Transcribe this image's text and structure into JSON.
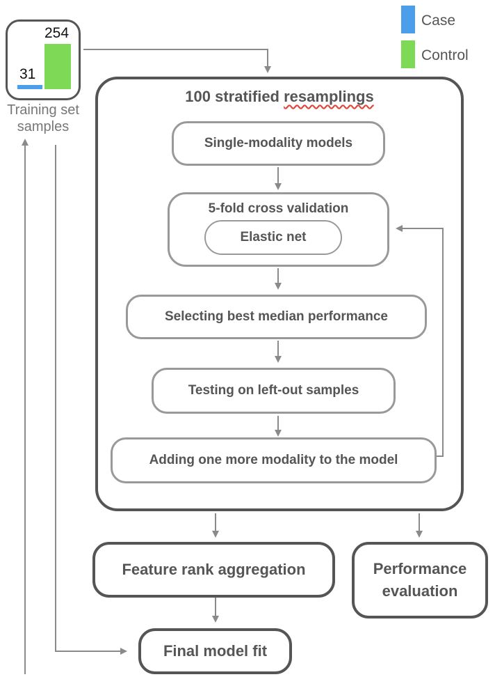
{
  "legend": {
    "items": [
      {
        "label": "Case",
        "color": "#4a9eea"
      },
      {
        "label": "Control",
        "color": "#7ed957"
      }
    ]
  },
  "training_set": {
    "case_count": "31",
    "control_count": "254",
    "label_line1": "Training set",
    "label_line2": "samples"
  },
  "resampling": {
    "title_prefix": "100 stratified ",
    "title_word": "resamplings"
  },
  "steps": {
    "single_modality": "Single-modality models",
    "cross_validation": "5-fold cross validation",
    "elastic_net": "Elastic net",
    "select_best": "Selecting best median performance",
    "testing": "Testing on left-out samples",
    "add_modality": "Adding one more modality to the model"
  },
  "outputs": {
    "feature_rank": "Feature rank aggregation",
    "performance_line1": "Performance",
    "performance_line2": "evaluation",
    "final_model": "Final model fit"
  },
  "colors": {
    "border_dark": "#555555",
    "border_light": "#999999",
    "arrow": "#8a8a8a",
    "text": "#555555",
    "spell_underline": "#e0453a"
  }
}
